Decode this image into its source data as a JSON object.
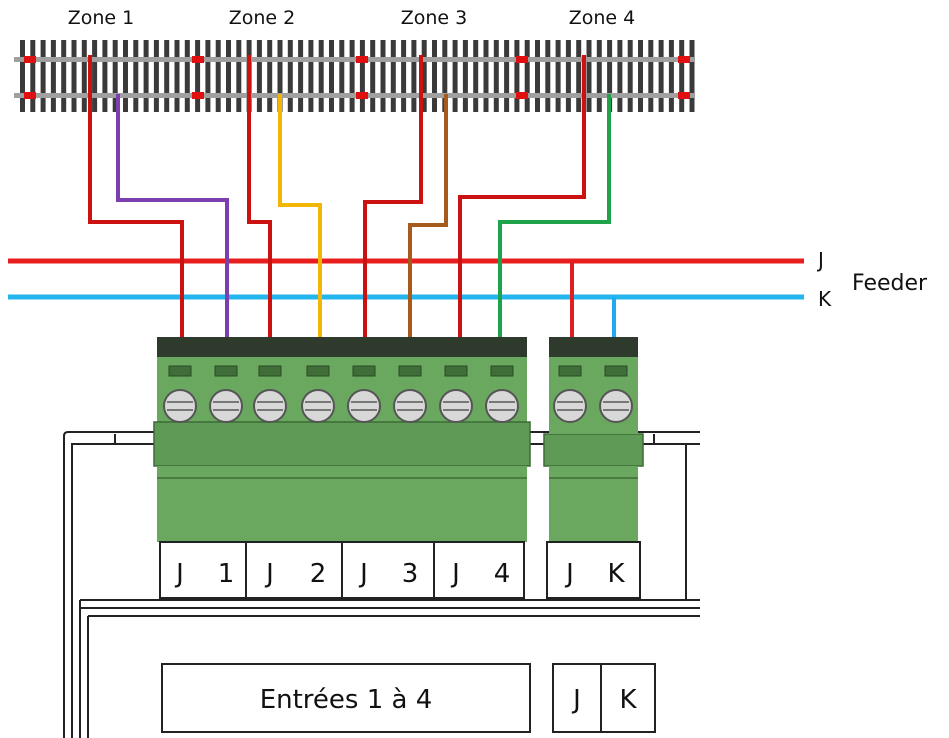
{
  "zones": [
    {
      "label": "Zone 1"
    },
    {
      "label": "Zone 2"
    },
    {
      "label": "Zone 3"
    },
    {
      "label": "Zone 4"
    }
  ],
  "bus": {
    "j_label": "J",
    "k_label": "K",
    "feeder_label": "Feeder"
  },
  "main_terminals": [
    {
      "label": "J",
      "wire_color": "#cc1111"
    },
    {
      "label": "1",
      "wire_color": "#7b3fb0"
    },
    {
      "label": "J",
      "wire_color": "#cc1111"
    },
    {
      "label": "2",
      "wire_color": "#f2b705"
    },
    {
      "label": "J",
      "wire_color": "#cc1111"
    },
    {
      "label": "3",
      "wire_color": "#a65a1c"
    },
    {
      "label": "J",
      "wire_color": "#cc1111"
    },
    {
      "label": "4",
      "wire_color": "#1fa34a"
    }
  ],
  "feeder_terminals": [
    {
      "label": "J",
      "wire_color": "#e02020"
    },
    {
      "label": "K",
      "wire_color": "#22aaee"
    }
  ],
  "module": {
    "inputs_label": "Entrées 1 à 4",
    "j_label": "J",
    "k_label": "K"
  },
  "colors": {
    "j_bus": "#e61e1e",
    "k_bus": "#22b5ee",
    "connector_green": "#6aa860",
    "connector_dark": "#2e3b2c",
    "rail": "#8a8a8a",
    "tie": "#333333",
    "insulator": "#e01010"
  }
}
